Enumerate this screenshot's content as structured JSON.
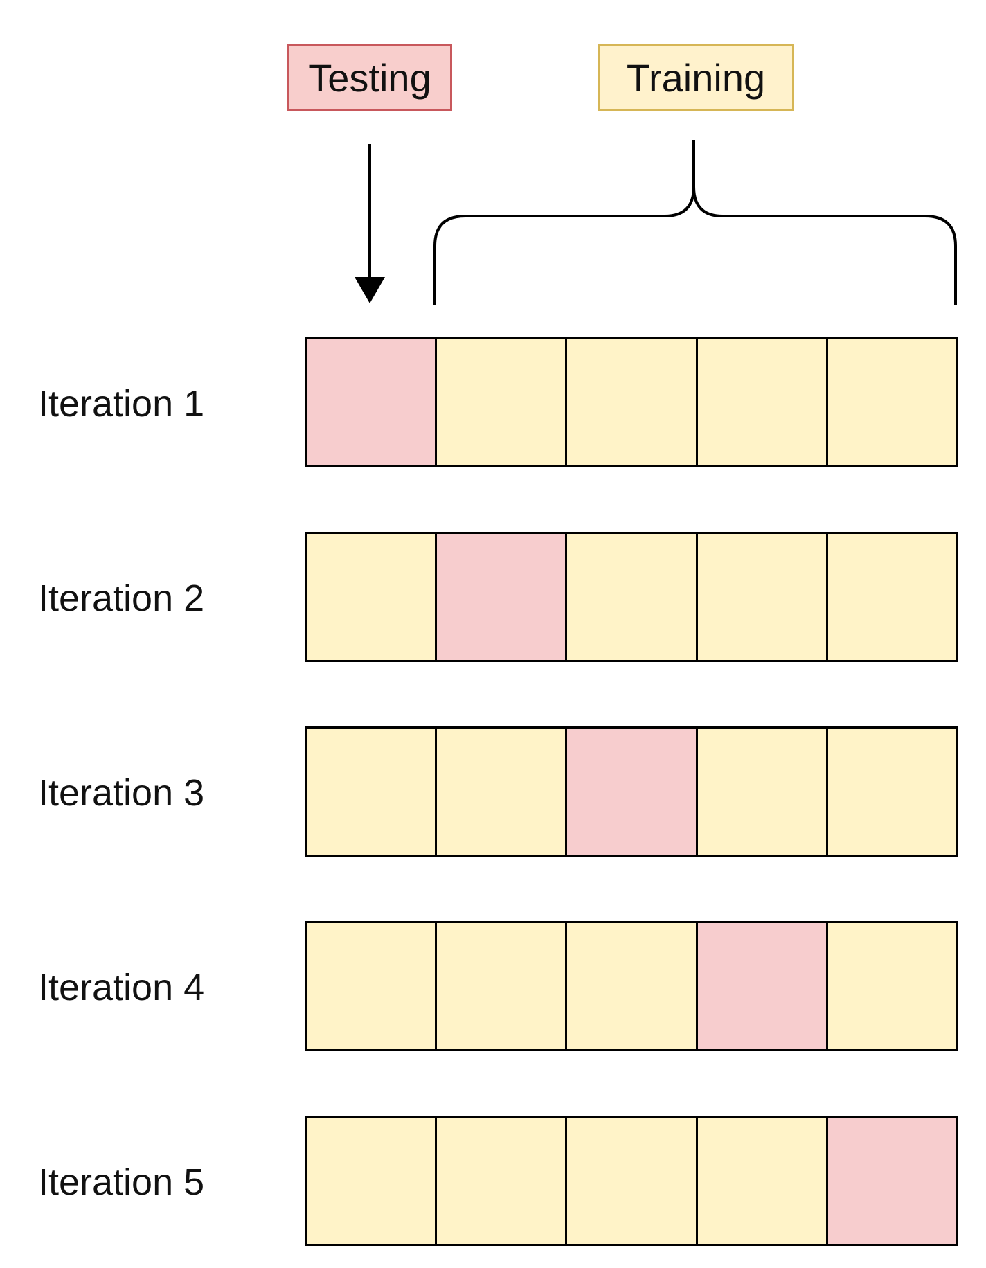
{
  "legend": {
    "testing": {
      "label": "Testing",
      "fill": "#f8cecc",
      "border": "#c8585c"
    },
    "training": {
      "label": "Training",
      "fill": "#fff2cc",
      "border": "#d6b656"
    }
  },
  "colors": {
    "testing_cell": "#f7cdce",
    "training_cell": "#fff3c8",
    "line": "#000000"
  },
  "iterations": [
    {
      "label": "Iteration 1",
      "test_index": 0
    },
    {
      "label": "Iteration 2",
      "test_index": 1
    },
    {
      "label": "Iteration 3",
      "test_index": 2
    },
    {
      "label": "Iteration 4",
      "test_index": 3
    },
    {
      "label": "Iteration 5",
      "test_index": 4
    }
  ],
  "folds_per_iteration": 5,
  "icons": {
    "testing_pointer": "down-arrow-icon",
    "training_group": "curly-brace-icon"
  }
}
